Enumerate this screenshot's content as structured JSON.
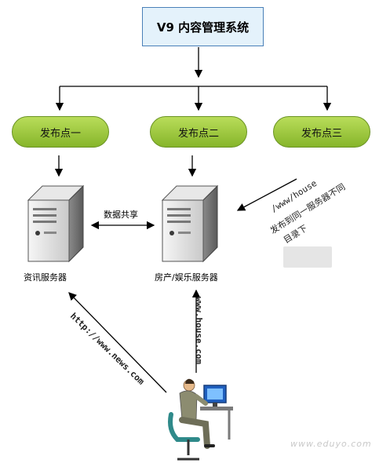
{
  "title": "V9 内容管理系统",
  "publish_points": [
    "发布点一",
    "发布点二",
    "发布点三"
  ],
  "server_labels": {
    "news": "资讯服务器",
    "house": "房产/娱乐服务器"
  },
  "data_sharing": "数据共享",
  "annotations": {
    "house_path": "/www/house",
    "same_server_line1": "发布到同一服务器不同",
    "same_server_line2": "目录下",
    "news_url": "http://www.news.com",
    "house_url": "www.house.com"
  },
  "watermark": "www.eduyo.com",
  "colors": {
    "title_bg": "#e4f2fb",
    "title_border": "#4a80b8",
    "publish_point_fill": "#a2cc3e"
  }
}
